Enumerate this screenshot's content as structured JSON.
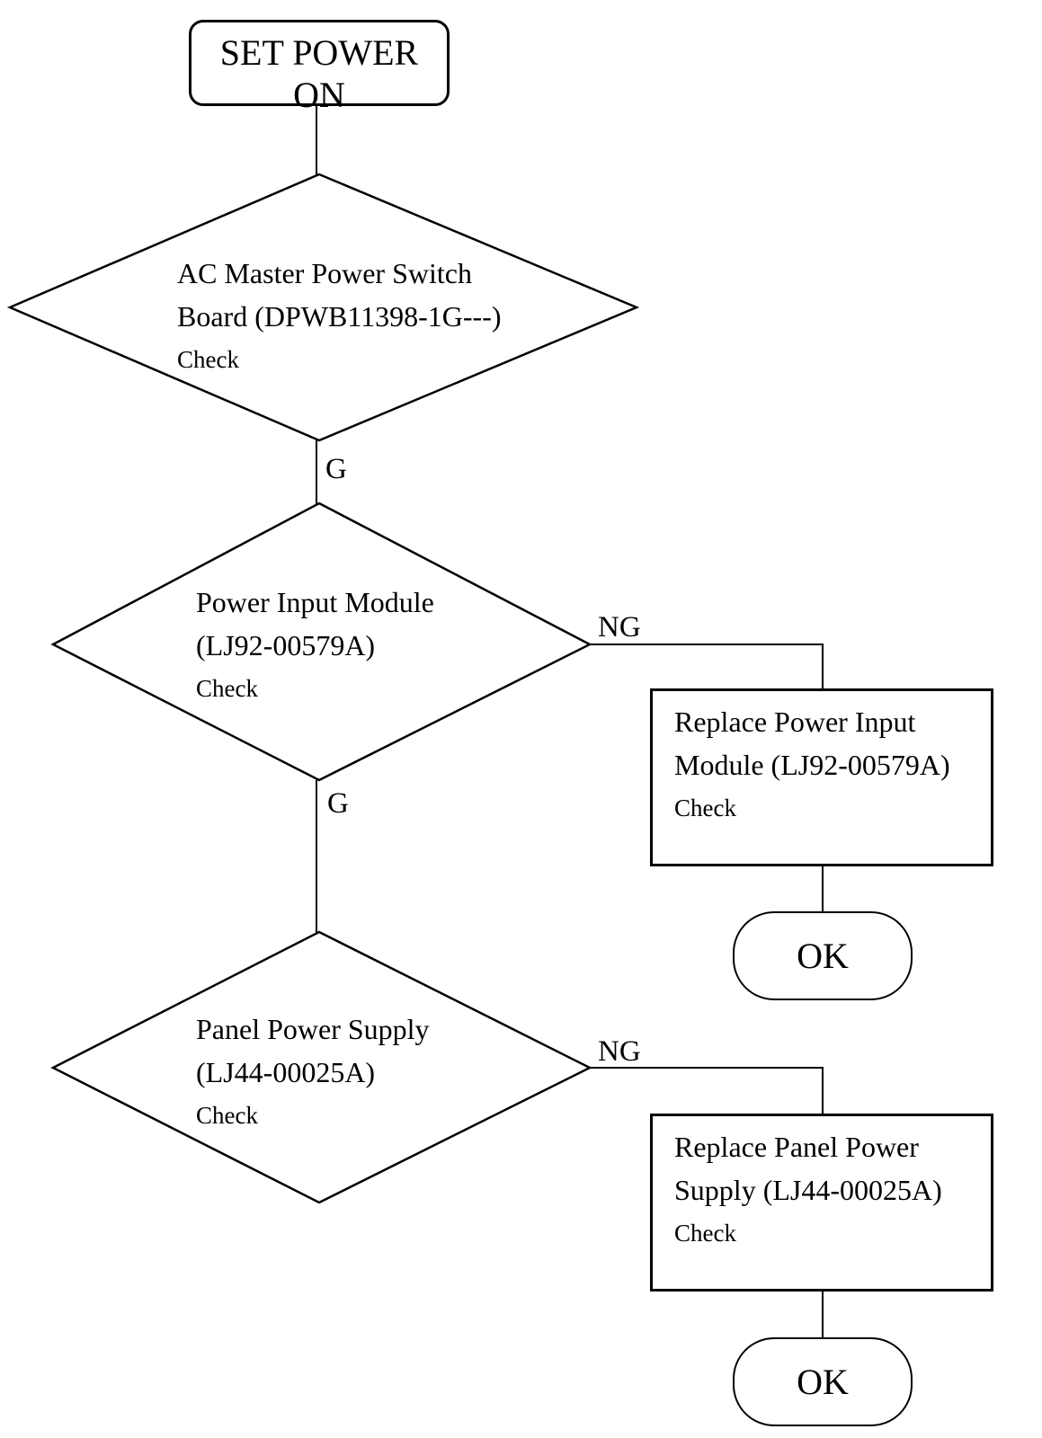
{
  "flowchart": {
    "start": {
      "label": "SET POWER ON"
    },
    "decisions": [
      {
        "lines": [
          "AC Master Power Switch",
          "Board (DPWB11398-1G---)",
          "Check"
        ]
      },
      {
        "lines": [
          "Power Input Module",
          "(LJ92-00579A)",
          "Check"
        ]
      },
      {
        "lines": [
          "Panel Power Supply",
          "(LJ44-00025A)",
          "Check"
        ]
      }
    ],
    "edge_labels": {
      "g1": "G",
      "g2": "G",
      "ng1": "NG",
      "ng2": "NG"
    },
    "processes": [
      {
        "lines": [
          "Replace Power Input",
          "Module (LJ92-00579A)",
          "Check"
        ]
      },
      {
        "lines": [
          "Replace Panel Power",
          "Supply (LJ44-00025A)",
          "Check"
        ]
      }
    ],
    "terminators": {
      "ok1": "OK",
      "ok2": "OK"
    },
    "colors": {
      "line": "#000000",
      "background": "#ffffff"
    }
  }
}
